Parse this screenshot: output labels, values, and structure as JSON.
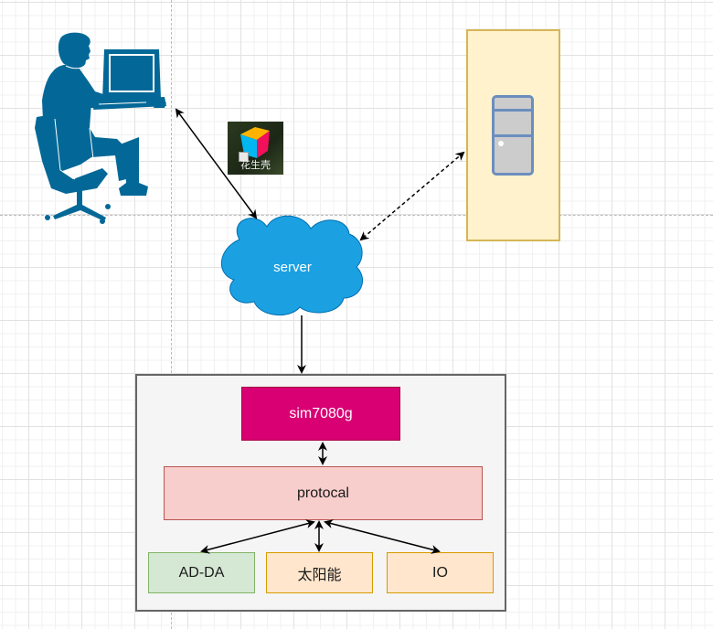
{
  "diagram": {
    "user_station": {
      "icon": "person-at-computer-icon"
    },
    "app_shortcut": {
      "label": "花生壳",
      "icon": "peanut-shell-cube-icon"
    },
    "cloud": {
      "label": "server",
      "fill": "#1ba1e2"
    },
    "remote_server": {
      "icon": "server-tower-icon",
      "fill": "#fff2cc"
    },
    "device": {
      "module": {
        "label": "sim7080g",
        "fill": "#d80073"
      },
      "protocol": {
        "label": "protocal",
        "fill": "#f8cecc"
      },
      "peripherals": [
        {
          "label": "AD-DA",
          "fill": "#d5e8d4"
        },
        {
          "label": "太阳能",
          "fill": "#ffe6cc"
        },
        {
          "label": "IO",
          "fill": "#ffe6cc"
        }
      ]
    },
    "connections": [
      {
        "from": "user_station",
        "to": "cloud",
        "style": "solid",
        "direction": "both"
      },
      {
        "from": "remote_server",
        "to": "cloud",
        "style": "dashed",
        "direction": "both"
      },
      {
        "from": "cloud",
        "to": "device",
        "style": "solid",
        "direction": "forward"
      },
      {
        "from": "module",
        "to": "protocol",
        "style": "solid",
        "direction": "both"
      },
      {
        "from": "protocol",
        "to": "AD-DA",
        "style": "solid",
        "direction": "both"
      },
      {
        "from": "protocol",
        "to": "太阳能",
        "style": "solid",
        "direction": "both"
      },
      {
        "from": "protocol",
        "to": "IO",
        "style": "solid",
        "direction": "both"
      }
    ]
  }
}
